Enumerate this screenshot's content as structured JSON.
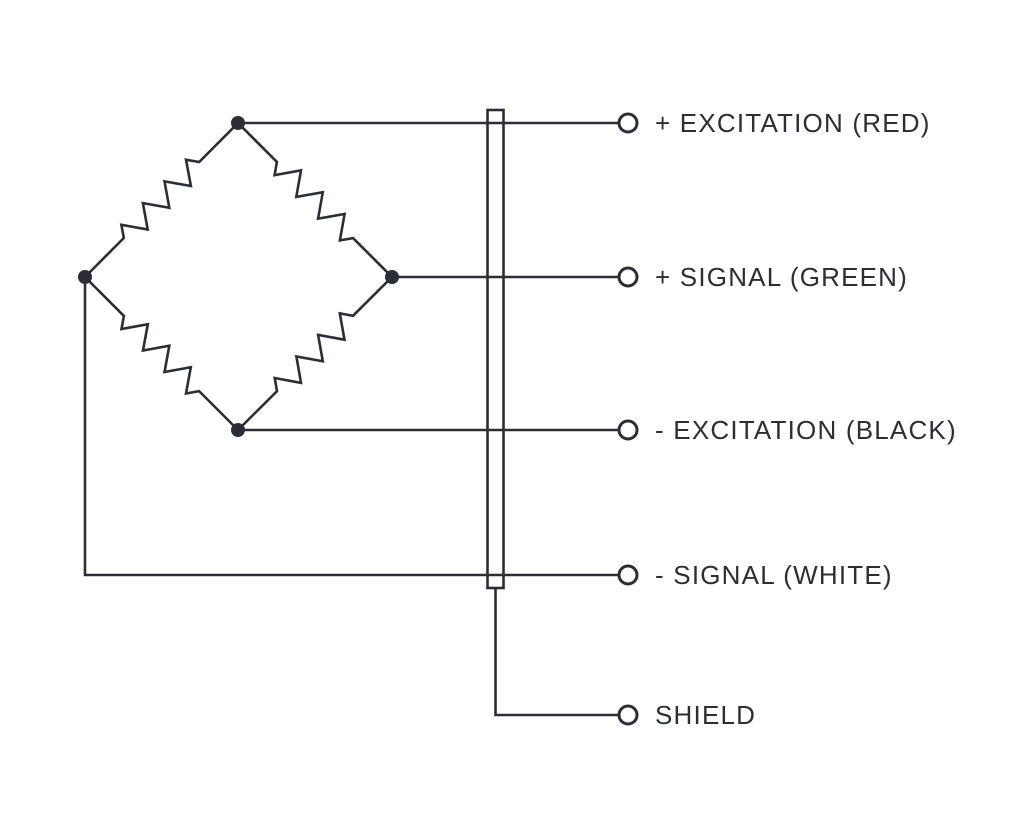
{
  "diagram": {
    "kind": "load-cell-wheatstone-bridge-wiring",
    "colors": {
      "line": "#2b2e34",
      "background": "#ffffff"
    },
    "terminals": [
      {
        "label": "+ EXCITATION (RED)"
      },
      {
        "label": "+ SIGNAL (GREEN)"
      },
      {
        "label": "- EXCITATION (BLACK)"
      },
      {
        "label": "- SIGNAL (WHITE)"
      },
      {
        "label": "SHIELD"
      }
    ]
  }
}
